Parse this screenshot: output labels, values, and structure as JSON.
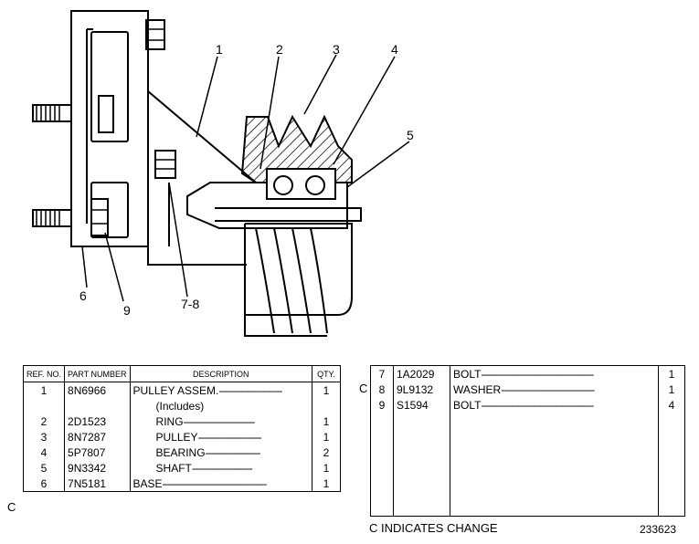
{
  "callouts": [
    "1",
    "2",
    "3",
    "4",
    "5",
    "6",
    "9",
    "7-8"
  ],
  "left_table": {
    "headers": {
      "ref": "REF. NO.",
      "part": "PART NUMBER",
      "desc": "DESCRIPTION",
      "qty": "QTY."
    },
    "rows": [
      {
        "ref": "1",
        "part": "8N6966",
        "desc": "PULLEY ASSEM.",
        "qty": "1",
        "change": ""
      },
      {
        "ref": "",
        "part": "",
        "desc": "(Includes)",
        "qty": "",
        "change": ""
      },
      {
        "ref": "2",
        "part": "2D1523",
        "desc": "RING",
        "qty": "1",
        "change": ""
      },
      {
        "ref": "3",
        "part": "8N7287",
        "desc": "PULLEY",
        "qty": "1",
        "change": ""
      },
      {
        "ref": "4",
        "part": "5P7807",
        "desc": "BEARING",
        "qty": "2",
        "change": ""
      },
      {
        "ref": "5",
        "part": "9N3342",
        "desc": "SHAFT",
        "qty": "1",
        "change": ""
      },
      {
        "ref": "6",
        "part": "7N5181",
        "desc": "BASE",
        "qty": "1",
        "change": "C"
      }
    ]
  },
  "right_table": {
    "rows": [
      {
        "ref": "7",
        "part": "1A2029",
        "desc": "BOLT",
        "qty": "1",
        "change": ""
      },
      {
        "ref": "8",
        "part": "9L9132",
        "desc": "WASHER",
        "qty": "1",
        "change": "C"
      },
      {
        "ref": "9",
        "part": "S1594",
        "desc": "BOLT",
        "qty": "4",
        "change": ""
      }
    ]
  },
  "footnote": "C INDICATES CHANGE",
  "figure_number": "233623"
}
